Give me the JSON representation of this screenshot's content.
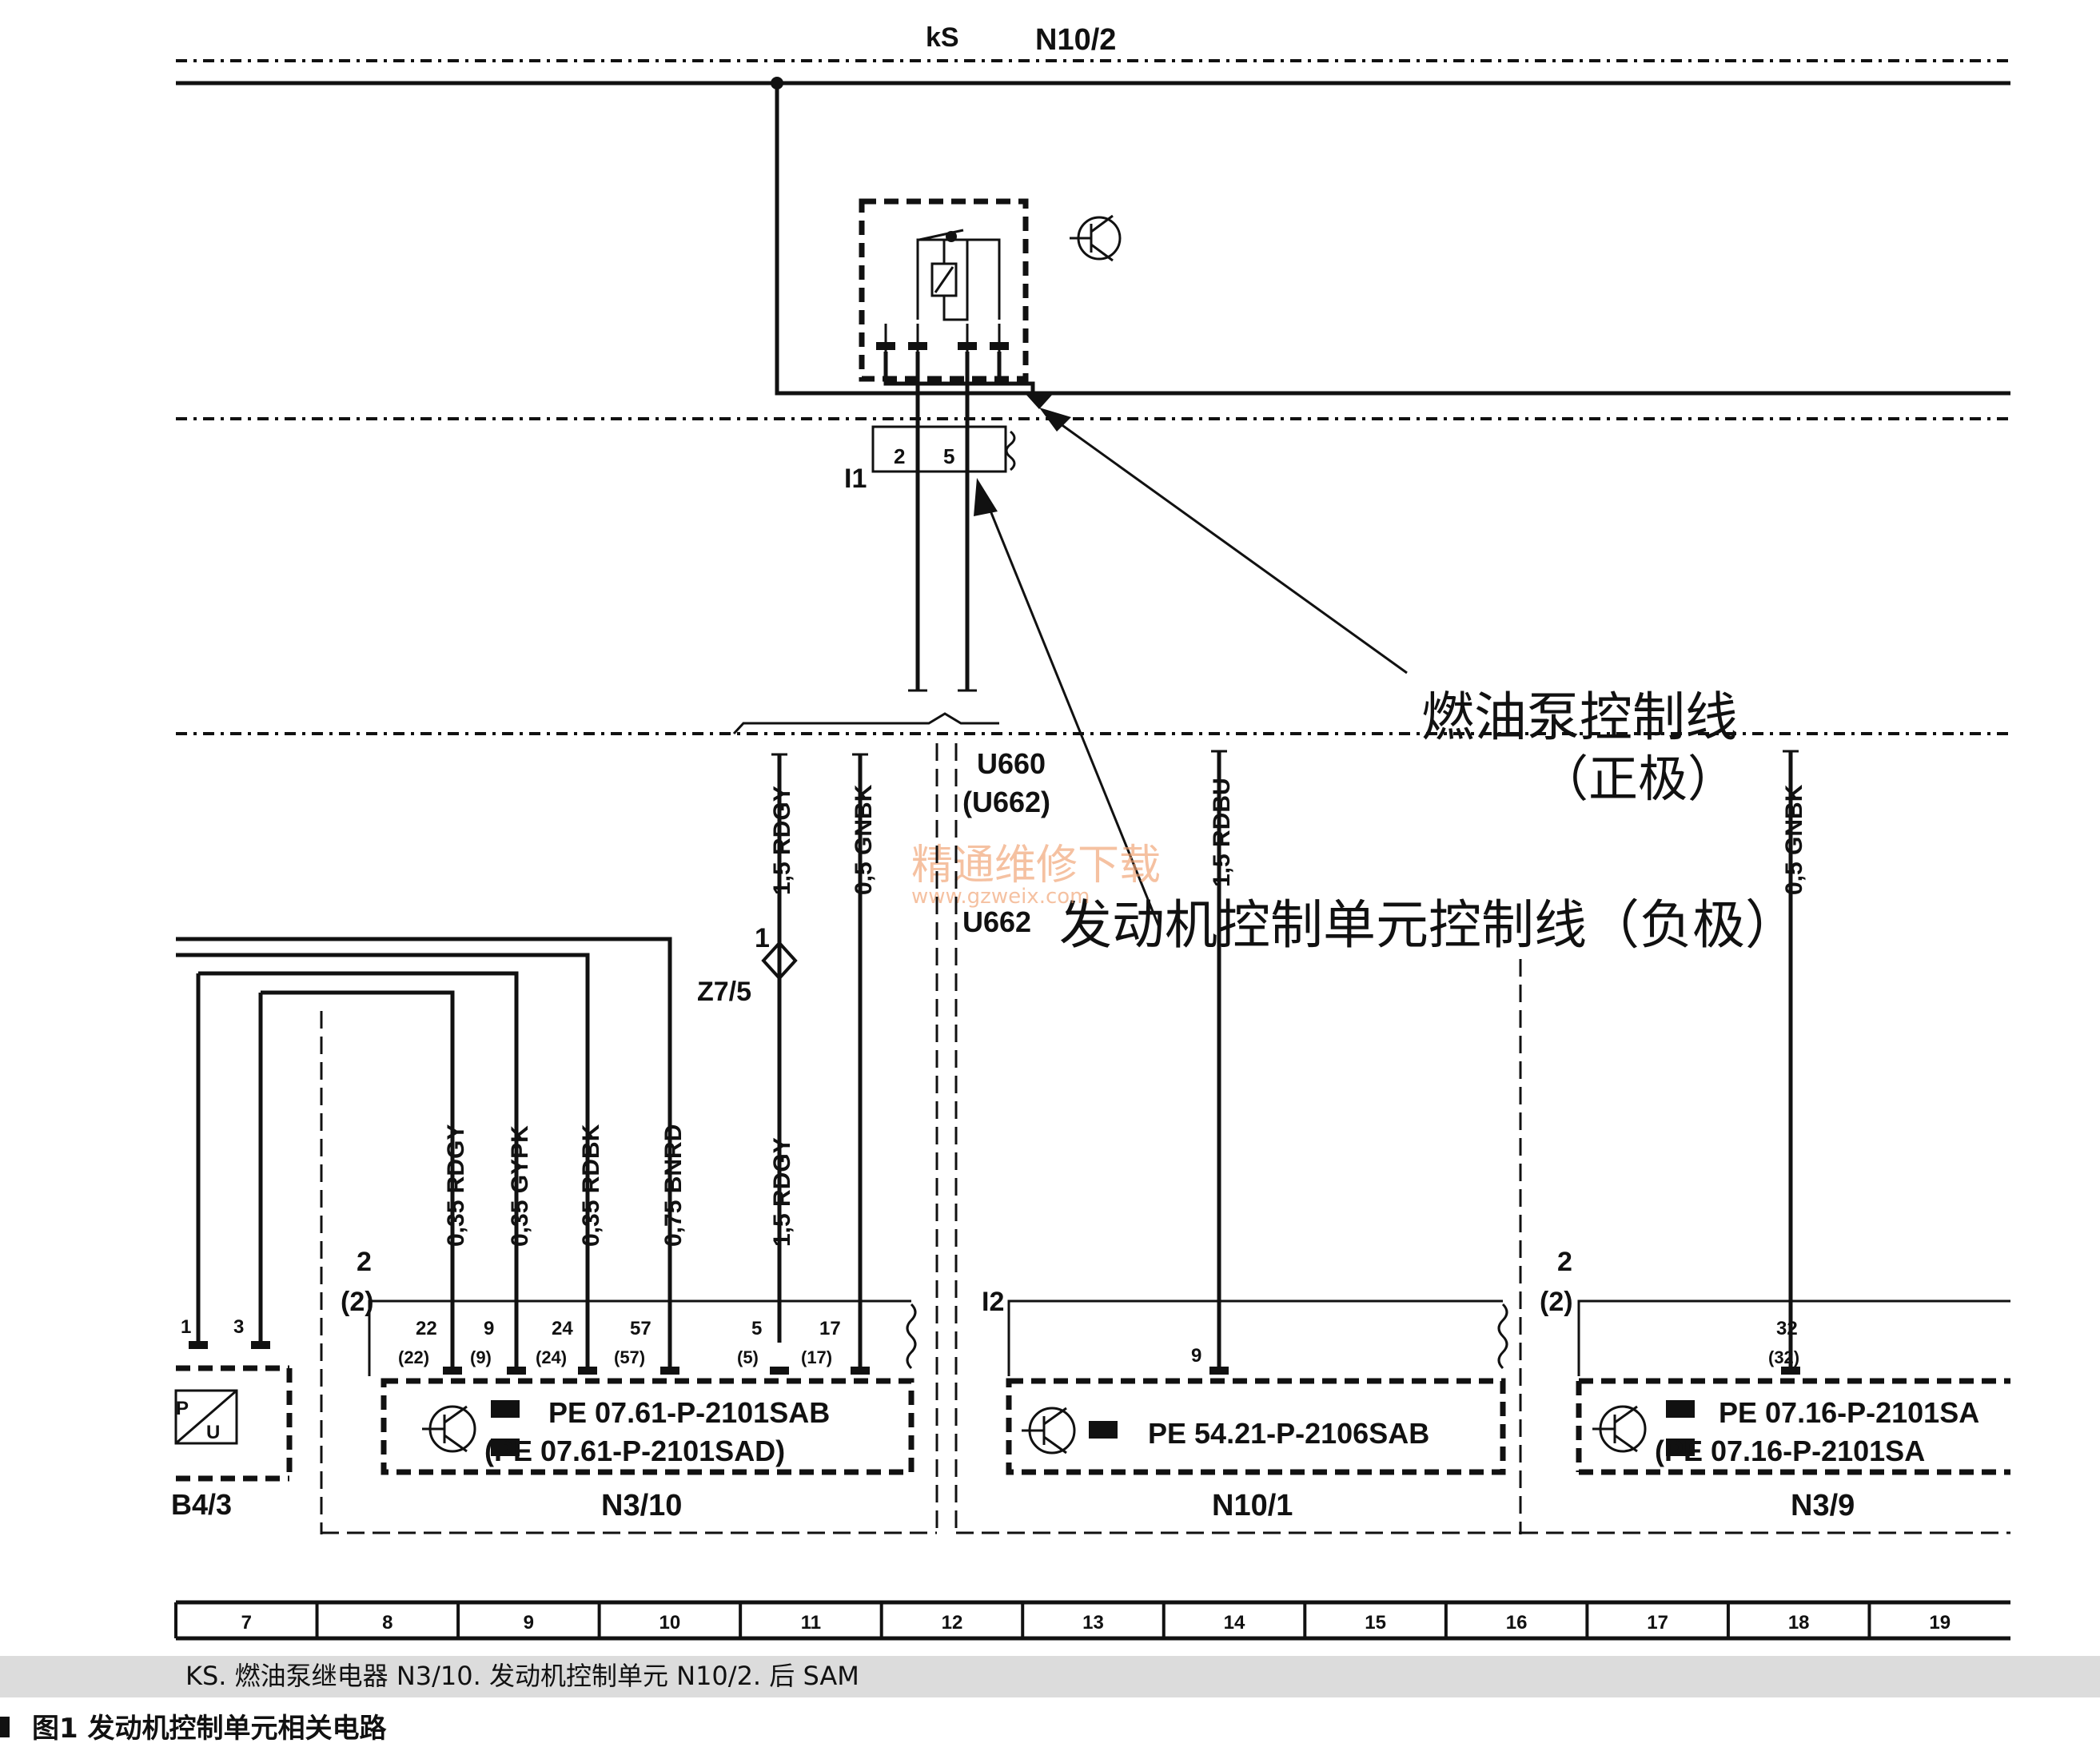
{
  "top": {
    "ks": "kS",
    "n10_2": "N10/2"
  },
  "connector_i1": {
    "label": "I1",
    "pins": [
      "2",
      "5"
    ]
  },
  "wires": {
    "w1": "1,5 RDGY",
    "w2": "0,5 GNBK",
    "w3": "1,5 RDBU",
    "w4": "0,5 GNBK",
    "w5": "0,35 RDGY",
    "w6": "0,35 GYPK",
    "w7": "0,35 RDBK",
    "w8": "0,75 BNRD",
    "w9": "1,5 RDGY"
  },
  "splice": {
    "num": "1",
    "name": "Z7/5"
  },
  "u_codes": [
    "U660",
    "(U662)",
    "U662"
  ],
  "annotations": {
    "fuel_line": "燃油泵控制线",
    "fuel_line_sub": "（正极）",
    "ecu_line": "发动机控制单元控制线（负极）"
  },
  "watermark": {
    "cn": "精通维修下载",
    "url": "www.gzweix.com"
  },
  "modules": {
    "n3_10": {
      "name": "N3/10",
      "conn": "2",
      "conn_alt": "(2)",
      "pins": [
        "22",
        "9",
        "24",
        "57",
        "5",
        "17"
      ],
      "pins_alt": [
        "(22)",
        "(9)",
        "(24)",
        "(57)",
        "(5)",
        "(17)"
      ],
      "part1": "PE 07.61-P-2101SAB",
      "part2": "(PE 07.61-P-2101SAD)"
    },
    "n10_1": {
      "name": "N10/1",
      "conn": "I2",
      "pin": "9",
      "part": "PE 54.21-P-2106SAB"
    },
    "n3_9": {
      "name": "N3/9",
      "conn": "2",
      "conn_alt": "(2)",
      "pin": "32",
      "pin_alt": "(32)",
      "part1": "PE 07.16-P-2101SA",
      "part2": "(PE 07.16-P-2101SA"
    },
    "b4_3": {
      "name": "B4/3",
      "pins": [
        "1",
        "3"
      ],
      "p": "P",
      "u": "U"
    }
  },
  "ruler": [
    "7",
    "8",
    "9",
    "10",
    "11",
    "12",
    "13",
    "14",
    "15",
    "16",
    "17",
    "18",
    "19"
  ],
  "legend": "KS. 燃油泵继电器   N3/10. 发动机控制单元   N10/2. 后 SAM",
  "caption": "图1   发动机控制单元相关电路"
}
